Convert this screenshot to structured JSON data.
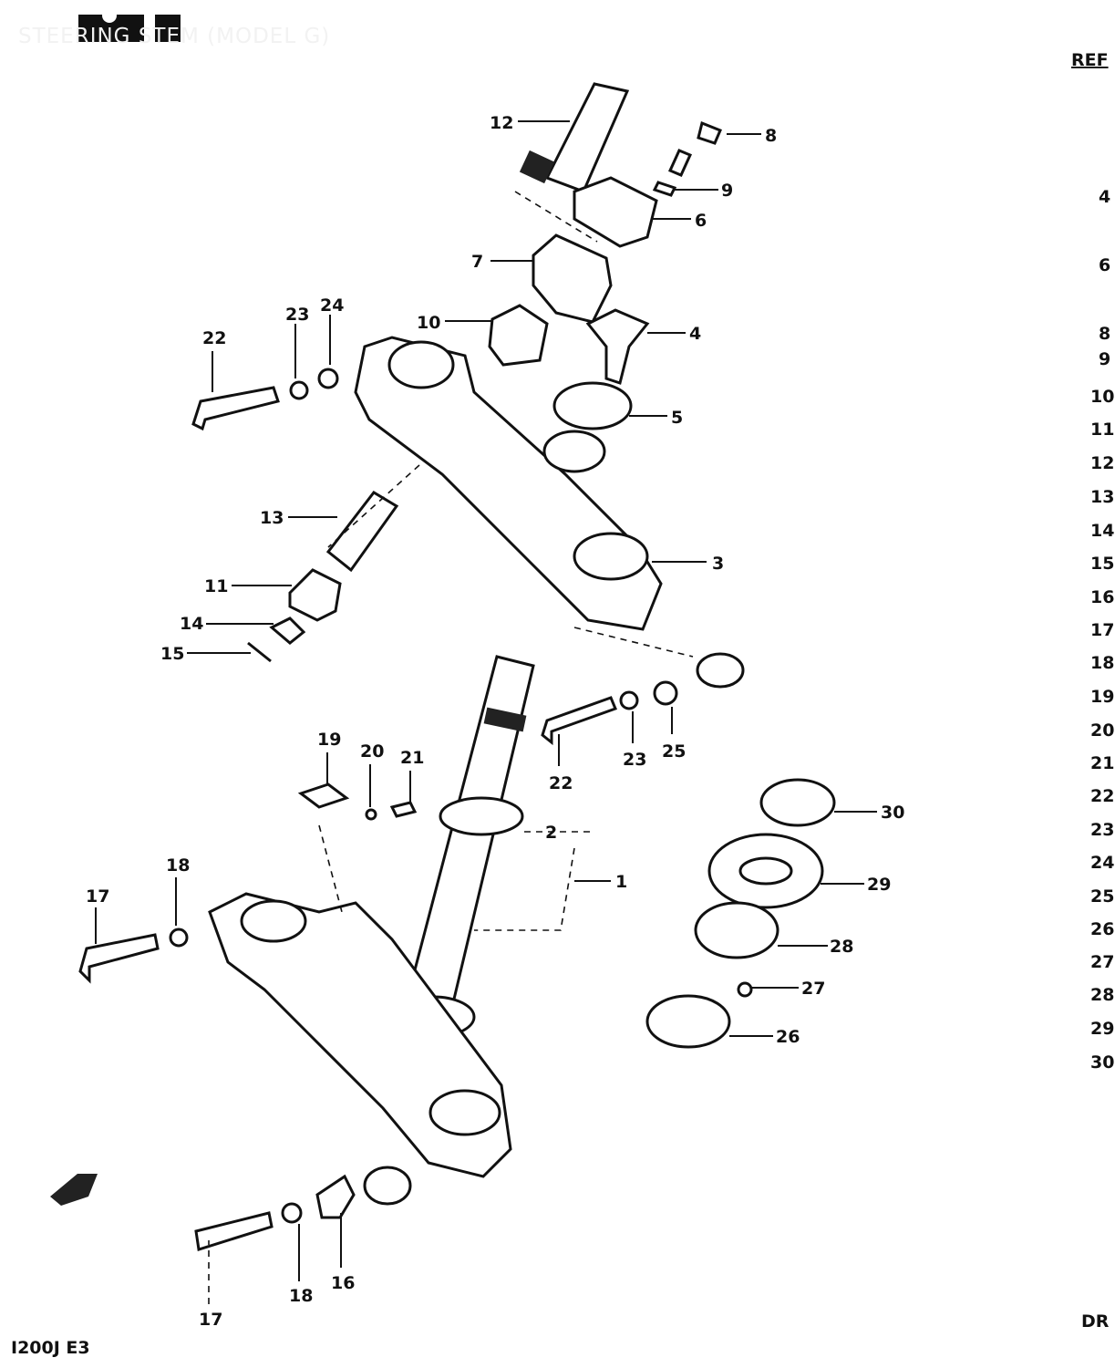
{
  "title": "STEERING STEM (MODEL G)",
  "footer_left": "I200J E3",
  "footer_right": "DR",
  "ref_header": "REF",
  "callouts": [
    {
      "id": "12",
      "label": "12"
    },
    {
      "id": "8",
      "label": "8"
    },
    {
      "id": "9",
      "label": "9"
    },
    {
      "id": "6",
      "label": "6"
    },
    {
      "id": "7",
      "label": "7"
    },
    {
      "id": "10",
      "label": "10"
    },
    {
      "id": "4",
      "label": "4"
    },
    {
      "id": "5",
      "label": "5"
    },
    {
      "id": "22a",
      "label": "22"
    },
    {
      "id": "23a",
      "label": "23"
    },
    {
      "id": "24",
      "label": "24"
    },
    {
      "id": "13",
      "label": "13"
    },
    {
      "id": "3",
      "label": "3"
    },
    {
      "id": "11",
      "label": "11"
    },
    {
      "id": "14",
      "label": "14"
    },
    {
      "id": "15",
      "label": "15"
    },
    {
      "id": "22b",
      "label": "22"
    },
    {
      "id": "23b",
      "label": "23"
    },
    {
      "id": "25",
      "label": "25"
    },
    {
      "id": "19",
      "label": "19"
    },
    {
      "id": "20",
      "label": "20"
    },
    {
      "id": "21",
      "label": "21"
    },
    {
      "id": "2",
      "label": "2"
    },
    {
      "id": "1",
      "label": "1"
    },
    {
      "id": "30",
      "label": "30"
    },
    {
      "id": "29",
      "label": "29"
    },
    {
      "id": "28",
      "label": "28"
    },
    {
      "id": "27",
      "label": "27"
    },
    {
      "id": "26",
      "label": "26"
    },
    {
      "id": "18a",
      "label": "18"
    },
    {
      "id": "17a",
      "label": "17"
    },
    {
      "id": "18b",
      "label": "18"
    },
    {
      "id": "16",
      "label": "16"
    },
    {
      "id": "17b",
      "label": "17"
    }
  ],
  "ref_column": [
    "4",
    "6",
    "8",
    "9",
    "10",
    "11",
    "12",
    "13",
    "14",
    "15",
    "16",
    "17",
    "18",
    "19",
    "20",
    "21",
    "22",
    "23",
    "24",
    "25",
    "26",
    "27",
    "28",
    "29",
    "30"
  ]
}
